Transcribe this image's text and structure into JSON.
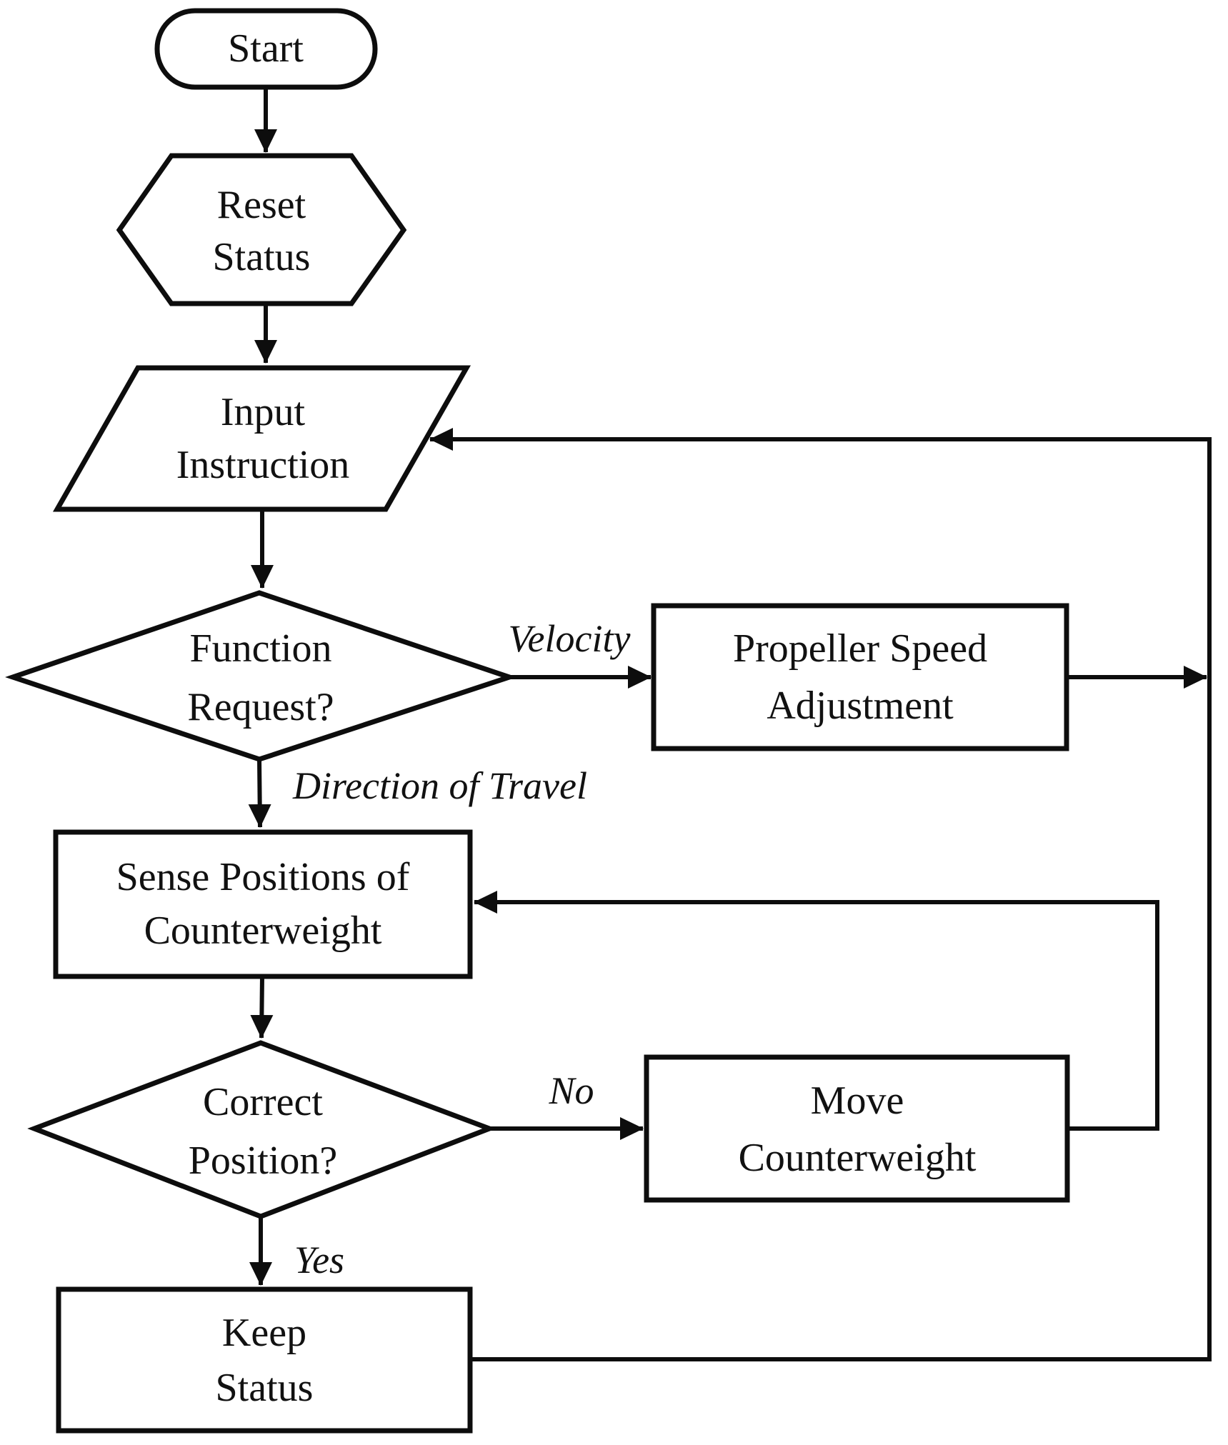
{
  "background": "#ffffff",
  "ink": "#0d0d0d",
  "diagram": {
    "type": "flowchart",
    "nodes": {
      "start": {
        "shape": "terminator",
        "label": "Start"
      },
      "reset_status": {
        "shape": "preparation-hexagon",
        "lines": [
          "Reset",
          "Status"
        ]
      },
      "input_instruction": {
        "shape": "io-parallelogram",
        "lines": [
          "Input",
          "Instruction"
        ]
      },
      "function_request": {
        "shape": "decision-diamond",
        "lines": [
          "Function",
          "Request?"
        ]
      },
      "propeller_speed": {
        "shape": "process-rect",
        "lines": [
          "Propeller Speed",
          "Adjustment"
        ]
      },
      "sense_positions": {
        "shape": "process-rect",
        "lines": [
          "Sense Positions of",
          "Counterweight"
        ]
      },
      "correct_position": {
        "shape": "decision-diamond",
        "lines": [
          "Correct",
          "Position?"
        ]
      },
      "move_counterweight": {
        "shape": "process-rect",
        "lines": [
          "Move",
          "Counterweight"
        ]
      },
      "keep_status": {
        "shape": "process-rect",
        "lines": [
          "Keep",
          "Status"
        ]
      }
    },
    "edges": [
      {
        "from": "start",
        "to": "reset_status",
        "label": ""
      },
      {
        "from": "reset_status",
        "to": "input_instruction",
        "label": ""
      },
      {
        "from": "input_instruction",
        "to": "function_request",
        "label": ""
      },
      {
        "from": "function_request",
        "to": "propeller_speed",
        "label": "Velocity"
      },
      {
        "from": "function_request",
        "to": "sense_positions",
        "label": "Direction of Travel"
      },
      {
        "from": "propeller_speed",
        "to": "input_instruction",
        "label": ""
      },
      {
        "from": "sense_positions",
        "to": "correct_position",
        "label": ""
      },
      {
        "from": "correct_position",
        "to": "move_counterweight",
        "label": "No"
      },
      {
        "from": "move_counterweight",
        "to": "sense_positions",
        "label": ""
      },
      {
        "from": "correct_position",
        "to": "keep_status",
        "label": "Yes"
      },
      {
        "from": "keep_status",
        "to": "input_instruction",
        "label": ""
      }
    ]
  }
}
